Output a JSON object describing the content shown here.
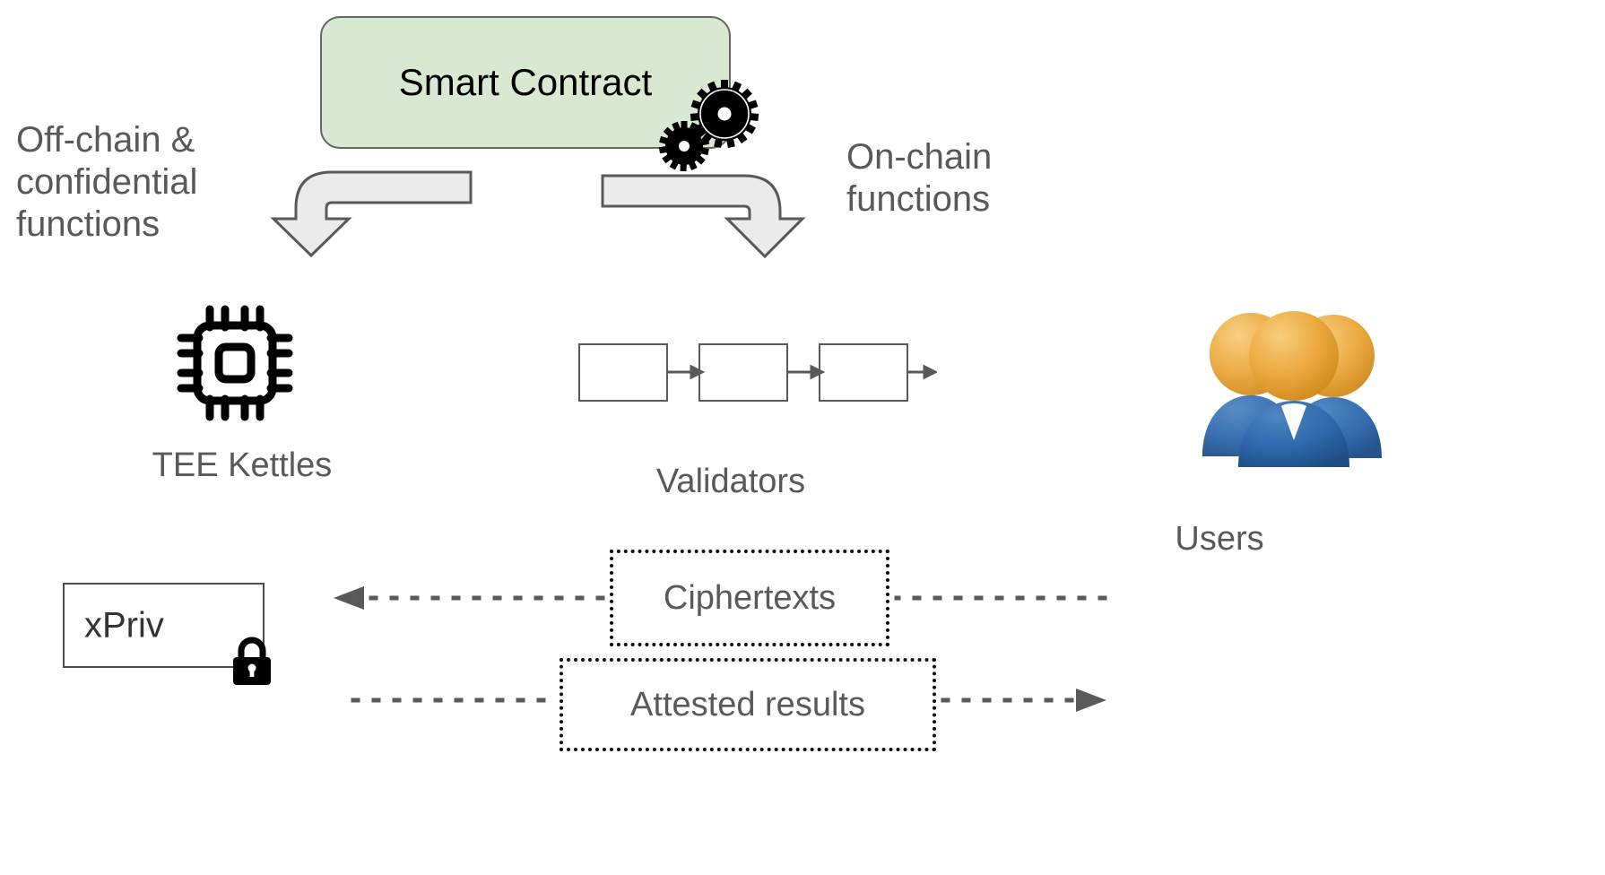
{
  "diagram": {
    "title": "Smart Contract off-chain / on-chain execution architecture",
    "background_color": "#ffffff",
    "accent_colors": {
      "smart_contract_fill": "#d9e8d0",
      "smart_contract_border": "#656565",
      "block_arrow_fill": "#ebebeb",
      "block_arrow_border": "#595959",
      "label_gray": "#595959",
      "user_head": "#e8a33d",
      "user_body": "#2e6eb0",
      "dotted_border": "#111111"
    }
  },
  "smart_contract": {
    "label": "Smart Contract",
    "gears_icon": "gears-icon"
  },
  "left_branch": {
    "label": "Off-chain &\nconfidential\nfunctions",
    "arrow_icon": "block-arrow-down-left"
  },
  "right_branch": {
    "label": "On-chain\nfunctions",
    "arrow_icon": "block-arrow-down-right"
  },
  "nodes": [
    {
      "id": "tee",
      "caption": "TEE Kettles",
      "icon": "cpu-chip-icon"
    },
    {
      "id": "validators",
      "caption": "Validators",
      "icon": "blockchain-icon",
      "block_count": 3
    },
    {
      "id": "users",
      "caption": "Users",
      "icon": "users-group-icon"
    }
  ],
  "storage": {
    "label": "xPriv",
    "lock_icon": "padlock-icon"
  },
  "messages": [
    {
      "id": "ciphertexts",
      "label": "Ciphertexts",
      "direction": "right-to-left",
      "line_style": "dotted",
      "arrow_icon": "arrow-left-icon"
    },
    {
      "id": "attested-results",
      "label": "Attested results",
      "direction": "left-to-right",
      "line_style": "dotted",
      "arrow_icon": "arrow-right-icon"
    }
  ]
}
